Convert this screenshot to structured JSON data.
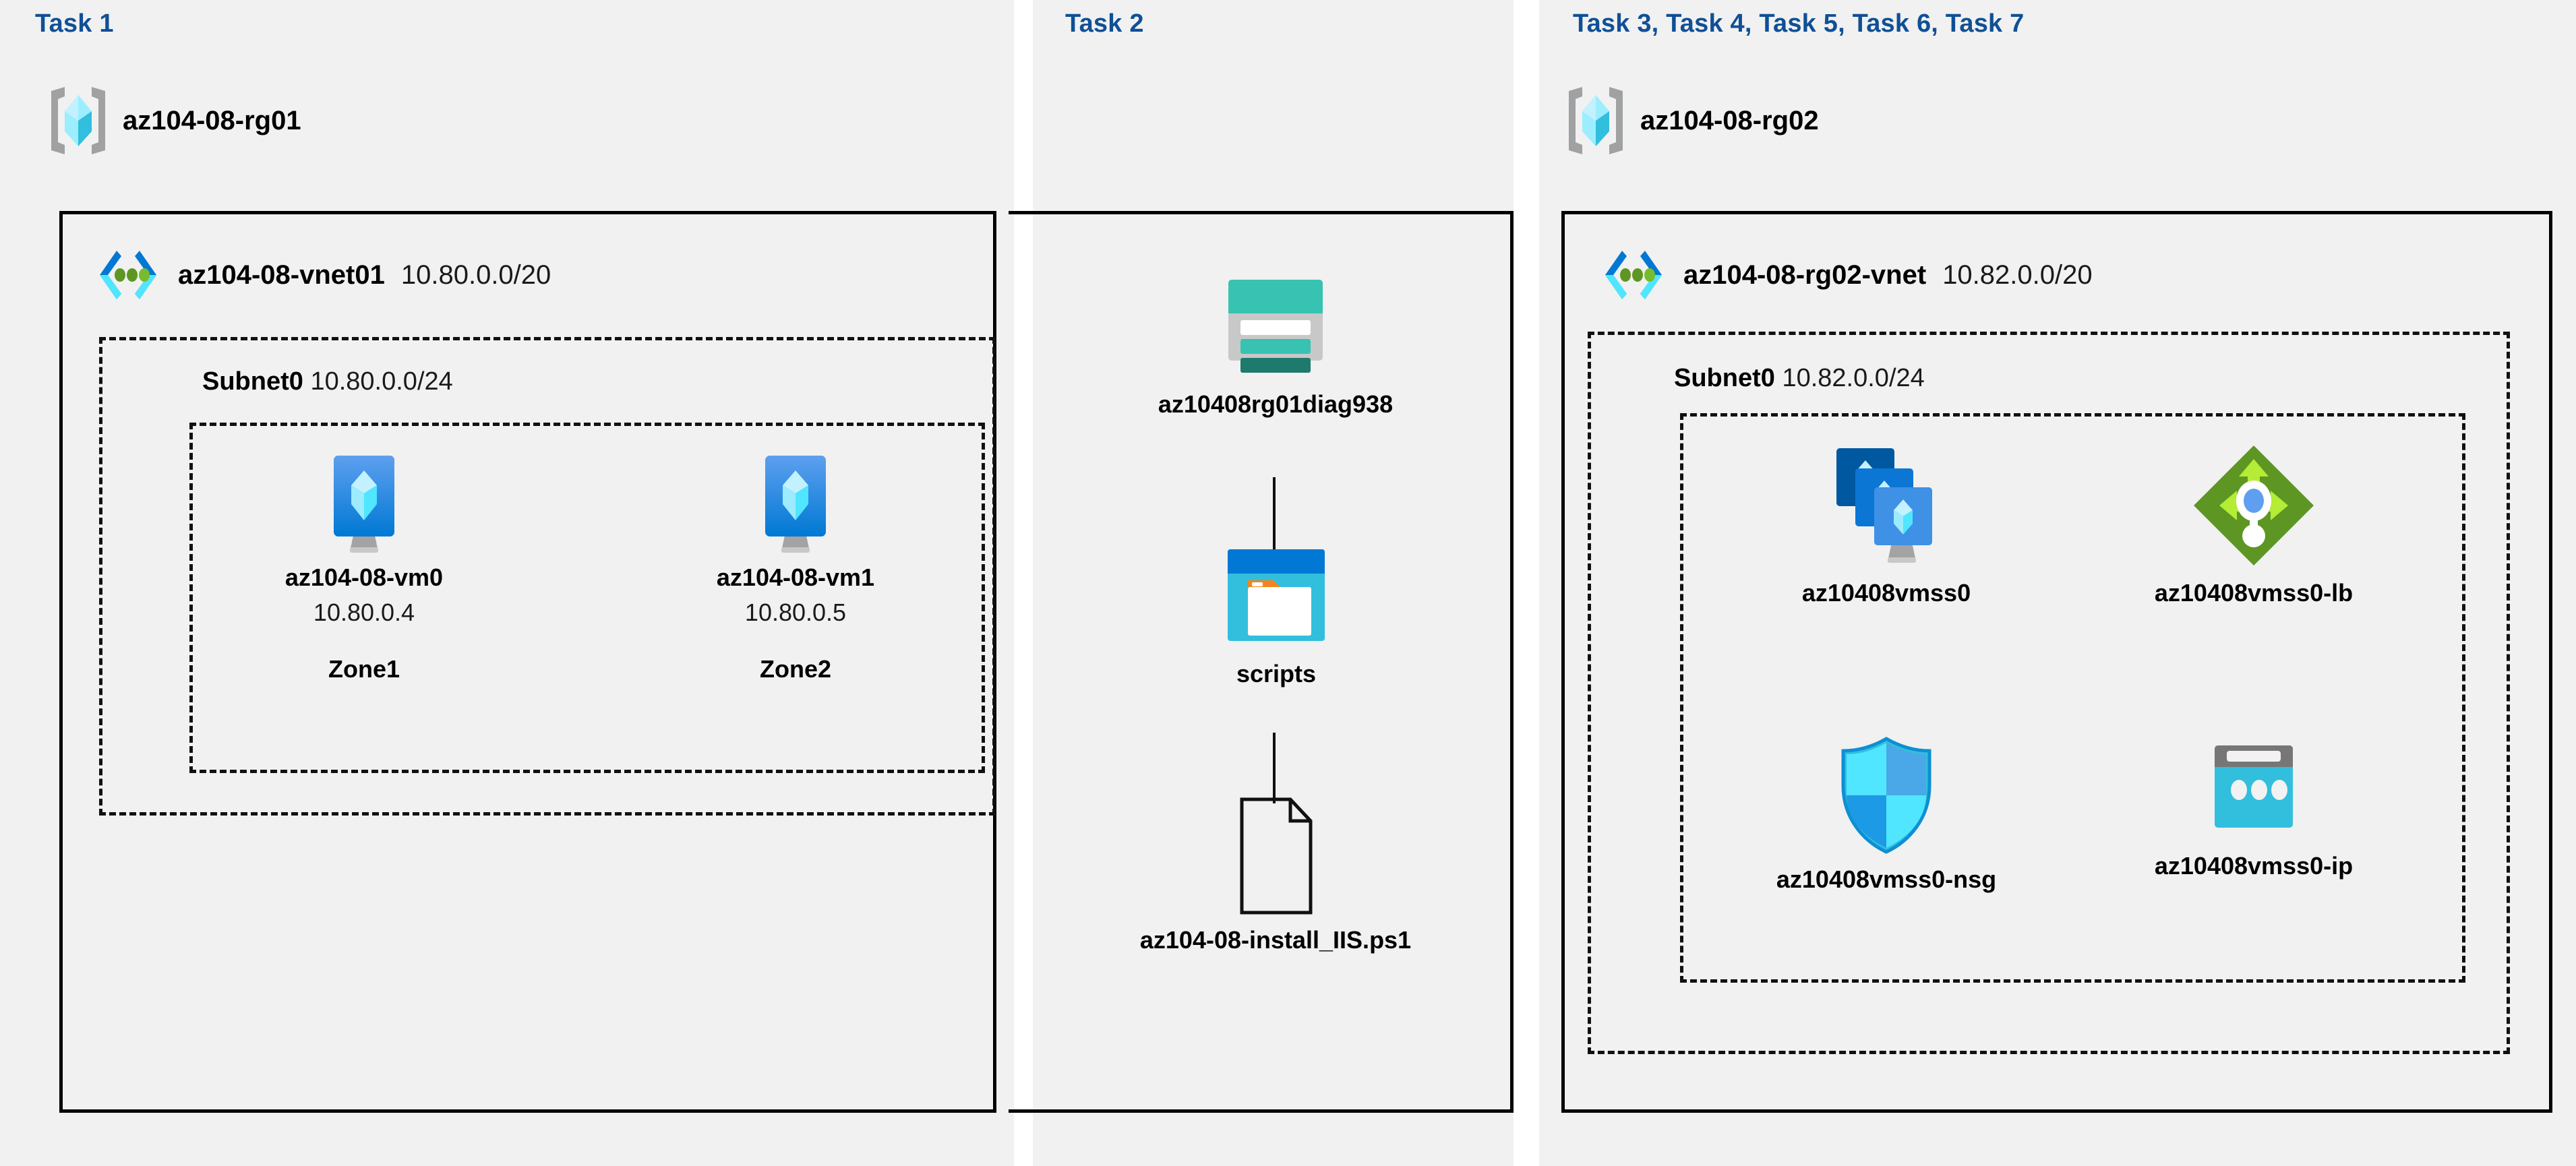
{
  "panels": [
    {
      "heading": "Task 1"
    },
    {
      "heading": "Task 2"
    },
    {
      "heading": "Task 3, Task 4, Task 5, Task 6, Task 7"
    }
  ],
  "task1": {
    "heading": "Task 1",
    "resource_group": {
      "icon": "resource-group-icon",
      "label": "az104-08-rg01"
    },
    "vnet": {
      "icon": "virtual-network-icon",
      "name": "az104-08-vnet01",
      "cidr": "10.80.0.0/20"
    },
    "subnet": {
      "name": "Subnet0",
      "cidr": "10.80.0.0/24"
    },
    "vms": [
      {
        "icon": "virtual-machine-icon",
        "name": "az104-08-vm0",
        "ip": "10.80.0.4",
        "zone": "Zone1"
      },
      {
        "icon": "virtual-machine-icon",
        "name": "az104-08-vm1",
        "ip": "10.80.0.5",
        "zone": "Zone2"
      }
    ]
  },
  "task2": {
    "heading": "Task 2",
    "storage_account": {
      "icon": "storage-account-icon",
      "name": "az10408rg01diag938"
    },
    "container": {
      "icon": "blob-container-icon",
      "name": "scripts"
    },
    "file": {
      "icon": "file-icon",
      "name": "az104-08-install_IIS.ps1"
    }
  },
  "task3": {
    "heading": "Task 3, Task 4, Task 5, Task 6, Task 7",
    "resource_group": {
      "icon": "resource-group-icon",
      "label": "az104-08-rg02"
    },
    "vnet": {
      "icon": "virtual-network-icon",
      "name": "az104-08-rg02-vnet",
      "cidr": "10.82.0.0/20"
    },
    "subnet": {
      "name": "Subnet0",
      "cidr": "10.82.0.0/24"
    },
    "resources": [
      {
        "icon": "vm-scale-set-icon",
        "name": "az10408vmss0"
      },
      {
        "icon": "load-balancer-icon",
        "name": "az10408vmss0-lb"
      },
      {
        "icon": "network-security-group-icon",
        "name": "az10408vmss0-nsg"
      },
      {
        "icon": "public-ip-address-icon",
        "name": "az10408vmss0-ip"
      }
    ]
  },
  "colors": {
    "task_heading": "#0f5096",
    "panel_background": "#f1f1f1",
    "page_background": "#ffffff",
    "border": "#000000",
    "azure_blue": "#0078d4",
    "azure_cyan": "#50e6ff",
    "storage_teal": "#37c2b1",
    "lb_green": "#7fba00",
    "nsg_blue": "#32bedd",
    "grey": "#a0a1a2"
  }
}
